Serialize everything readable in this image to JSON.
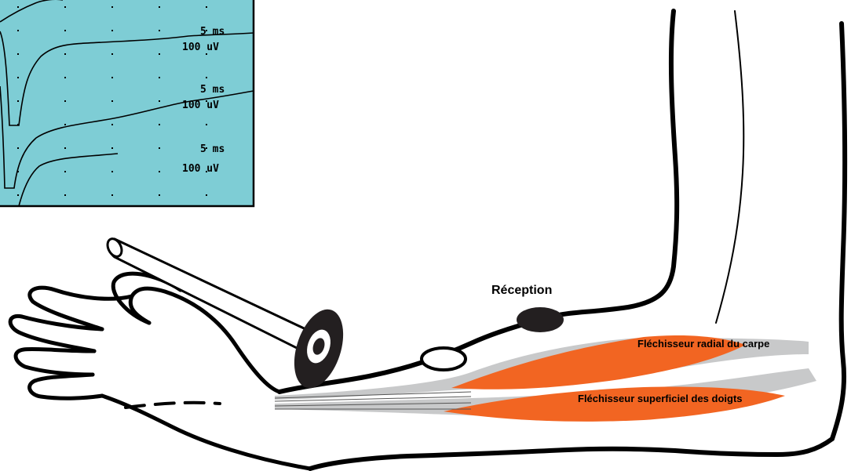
{
  "oscilloscope": {
    "background_color": "#7ecdd5",
    "traces": [
      {
        "time_scale": "5 ms",
        "amplitude_scale": "100 uV"
      },
      {
        "time_scale": "5 ms",
        "amplitude_scale": "100 uV"
      },
      {
        "time_scale": "5 ms",
        "amplitude_scale": "100 uV"
      }
    ]
  },
  "labels": {
    "reception": "Réception",
    "muscle_1": "Fléchisseur radial du carpe",
    "muscle_2": "Fléchisseur superficiel des doigts"
  },
  "colors": {
    "muscle": "#f26522",
    "tendon": "#c8c9ca",
    "outline": "#000000",
    "electrode_active": "#231f20"
  },
  "icons": {
    "stimulator": "stimulating-hammer-icon",
    "recording_electrode": "recording-electrode-icon",
    "reference_electrode": "reference-electrode-icon"
  }
}
